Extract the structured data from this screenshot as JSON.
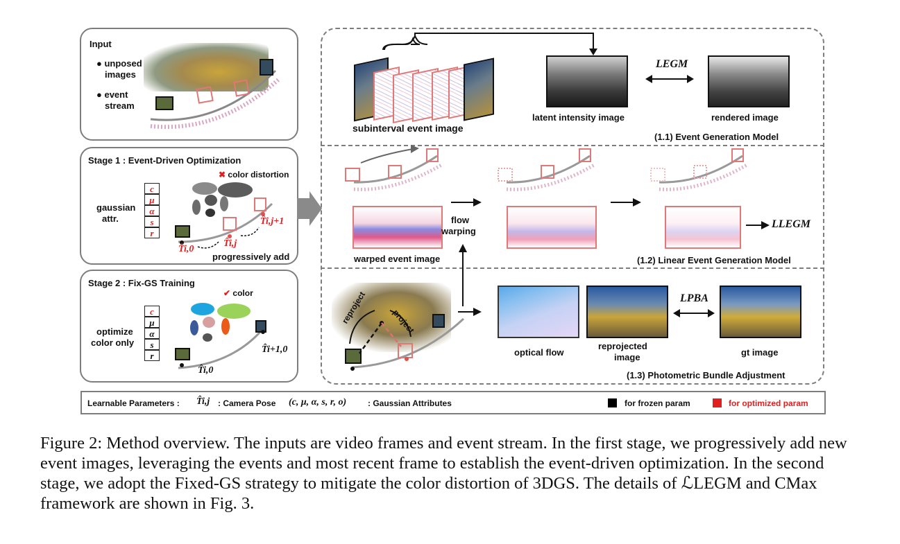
{
  "input_panel": {
    "title": "Input",
    "bullet_1_line1": "unposed",
    "bullet_1_line2": "images",
    "bullet_2_line1": "event",
    "bullet_2_line2": "stream"
  },
  "stage1": {
    "title": "Stage 1 : Event-Driven Optimization",
    "color_distortion": "color distortion",
    "gaussian_line1": "gaussian",
    "gaussian_line2": "attr.",
    "attrs": [
      "c",
      "μ",
      "α",
      "s",
      "r"
    ],
    "pose_i0": "T̂i,0",
    "pose_ij": "T̂i,j",
    "pose_ij1": "T̂i,j+1",
    "progressively_add": "progressively add"
  },
  "stage2": {
    "title": "Stage 2 : Fix-GS Training",
    "color": "color",
    "optimize_line1": "optimize",
    "optimize_line2": "color only",
    "pose_i0": "T̂i,0",
    "pose_i10": "T̂i+1,0"
  },
  "section_1_1": {
    "subinterval": "subinterval event image",
    "latent": "latent intensity image",
    "rendered": "rendered image",
    "loss": "LEGM",
    "title": "(1.1) Event Generation Model"
  },
  "section_1_2": {
    "warped": "warped event image",
    "flow_line1": "flow",
    "flow_line2": "warping",
    "loss": "LLEGM",
    "title": "(1.2) Linear Event Generation Model"
  },
  "section_1_3": {
    "reproject": "reproject",
    "project": "project",
    "optical_flow": "optical flow",
    "reprojected_line1": "reprojected",
    "reprojected_line2": "image",
    "gt": "gt image",
    "loss": "LPBA",
    "title": "(1.3) Photometric Bundle Adjustment"
  },
  "legend": {
    "learnable": "Learnable Parameters :",
    "pose_symbol": "T̂i,j",
    "camera_pose": ": Camera Pose",
    "gauss_symbol": "(c, μ, α, s, r, o)",
    "gaussian_attributes": ": Gaussian Attributes",
    "frozen": "for frozen param",
    "optimized": "for optimized param",
    "frozen_color": "#000000",
    "optimized_color": "#e02020"
  },
  "caption": {
    "text": "Figure 2: Method overview. The inputs are video frames and event stream. In the first stage, we progressively add new event images, leveraging the events and most recent frame to establish the event-driven optimization. In the second stage, we adopt the Fixed-GS strategy to mitigate the color distortion of 3DGS. The details of ℒLEGM and CMax framework are shown in Fig. 3."
  }
}
